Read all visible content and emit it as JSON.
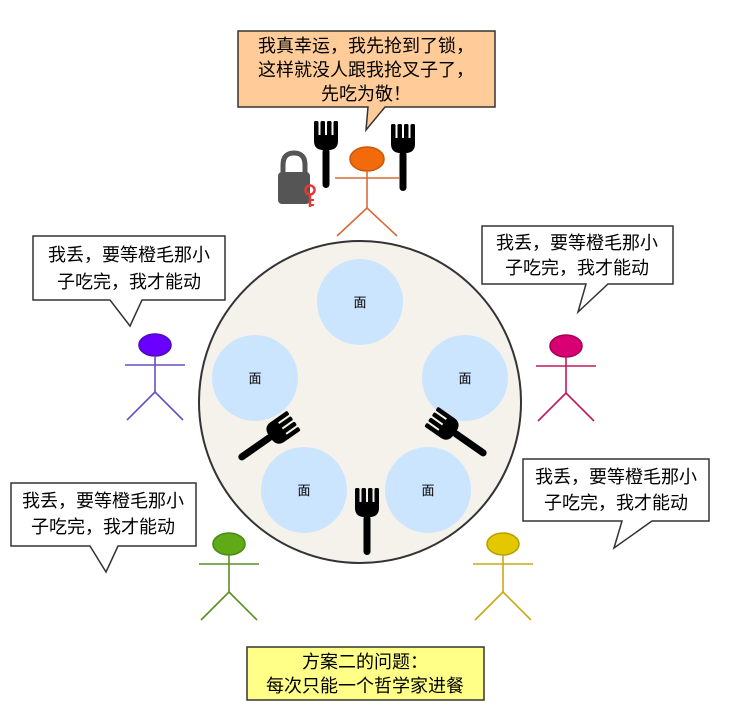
{
  "bubbles": {
    "top": [
      "我真幸运，我先抢到了锁，",
      "这样就没人跟我抢叉子了，",
      "先吃为敬！"
    ],
    "left": [
      "我丢，要等橙毛那小",
      "子吃完，我才能动"
    ],
    "right": [
      "我丢，要等橙毛那小",
      "子吃完，我才能动"
    ],
    "bottom_left": [
      "我丢，要等橙毛那小",
      "子吃完，我才能动"
    ],
    "bottom_right": [
      "我丢，要等橙毛那小",
      "子吃完，我才能动"
    ]
  },
  "plate_label": "面",
  "caption": [
    "方案二的问题：",
    "每次只能一个哲学家进餐"
  ],
  "colors": {
    "philosopher_top": "#f26a0c",
    "philosopher_left": "#6a00ff",
    "philosopher_right": "#d80073",
    "philosopher_bottom_left": "#60a917",
    "philosopher_bottom_right": "#e3c800",
    "table_fill": "#f5f2ec",
    "plate_fill": "#cce5ff",
    "top_bubble_fill": "#ffcc99",
    "caption_fill": "#ffff88"
  },
  "icons": [
    "lock-icon",
    "fork-icon"
  ]
}
